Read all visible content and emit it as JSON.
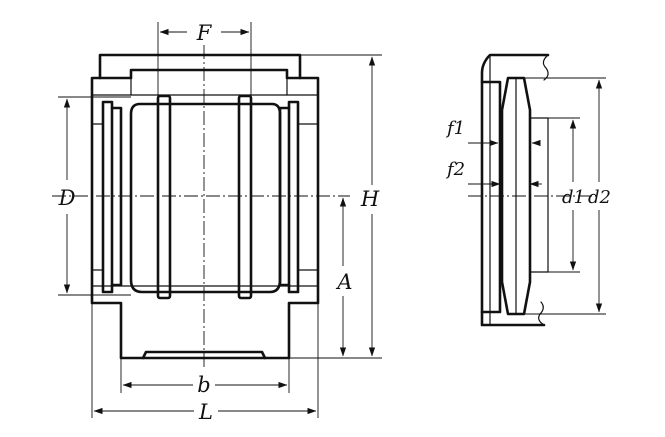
{
  "figure": {
    "dimension_labels": {
      "F": "F",
      "D": "D",
      "H": "H",
      "A": "A",
      "b": "b",
      "L": "L",
      "f1": "f1",
      "f2": "f2",
      "d1": "d1",
      "d2": "d2"
    }
  }
}
